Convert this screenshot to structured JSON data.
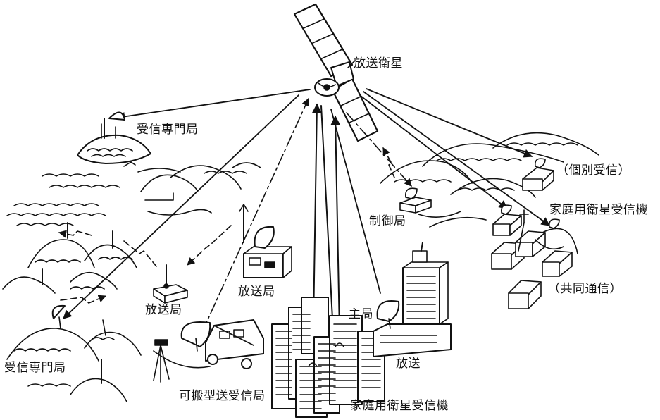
{
  "labels": {
    "satellite": "放送衛星",
    "receive_station_top": "受信専門局",
    "receive_station_bottom": "受信専門局",
    "broadcast_station_small": "放送局",
    "broadcast_station_dish": "放送局",
    "portable_station": "可搬型送受信局",
    "main_station": "主局",
    "broadcast": "放送",
    "home_receiver_city": "家庭用衛星受信機",
    "control_station": "制御局",
    "home_receiver_village": "家庭用衛星受信機",
    "individual_reception": "（個別受信）",
    "community_reception": "（共同通信）"
  },
  "colors": {
    "ink": "#111111",
    "background": "#ffffff"
  }
}
